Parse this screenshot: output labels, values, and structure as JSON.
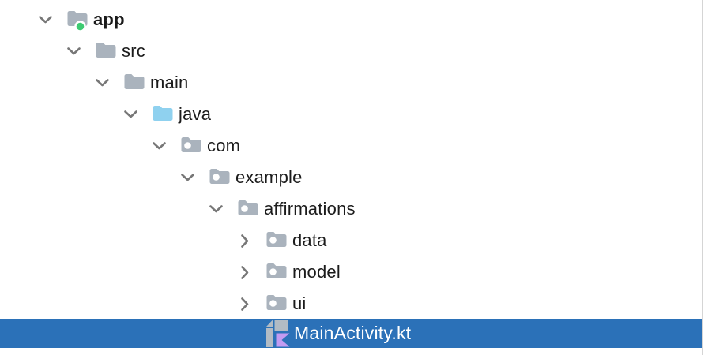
{
  "panel": {
    "name": "project-tree"
  },
  "tree": {
    "rows": [
      {
        "label": "app",
        "level": 0,
        "icon": "module-folder",
        "expanded": true,
        "bold": true
      },
      {
        "label": "src",
        "level": 1,
        "icon": "folder",
        "expanded": true
      },
      {
        "label": "main",
        "level": 2,
        "icon": "folder",
        "expanded": true
      },
      {
        "label": "java",
        "level": 3,
        "icon": "source-folder",
        "expanded": true
      },
      {
        "label": "com",
        "level": 4,
        "icon": "package",
        "expanded": true
      },
      {
        "label": "example",
        "level": 5,
        "icon": "package",
        "expanded": true
      },
      {
        "label": "affirmations",
        "level": 6,
        "icon": "package",
        "expanded": true
      },
      {
        "label": "data",
        "level": 7,
        "icon": "package",
        "expanded": false
      },
      {
        "label": "model",
        "level": 7,
        "icon": "package",
        "expanded": false
      },
      {
        "label": "ui",
        "level": 7,
        "icon": "package",
        "expanded": false
      },
      {
        "label": "MainActivity.kt",
        "level": 7,
        "icon": "kotlin-file",
        "selected": true
      }
    ]
  },
  "colors": {
    "selection": "#2B71B8",
    "folder": "#AAB3BD",
    "source_folder": "#8FD1EF",
    "module_dot": "#3ECB72",
    "package_dot": "#FFFFFF",
    "kotlin_gray": "#B2BBC4",
    "kotlin_purple": "#C29BF2",
    "chevron": "#777777",
    "text": "#1B1B1B",
    "divider": "#D5D5D5",
    "background": "#FFFFFF"
  }
}
